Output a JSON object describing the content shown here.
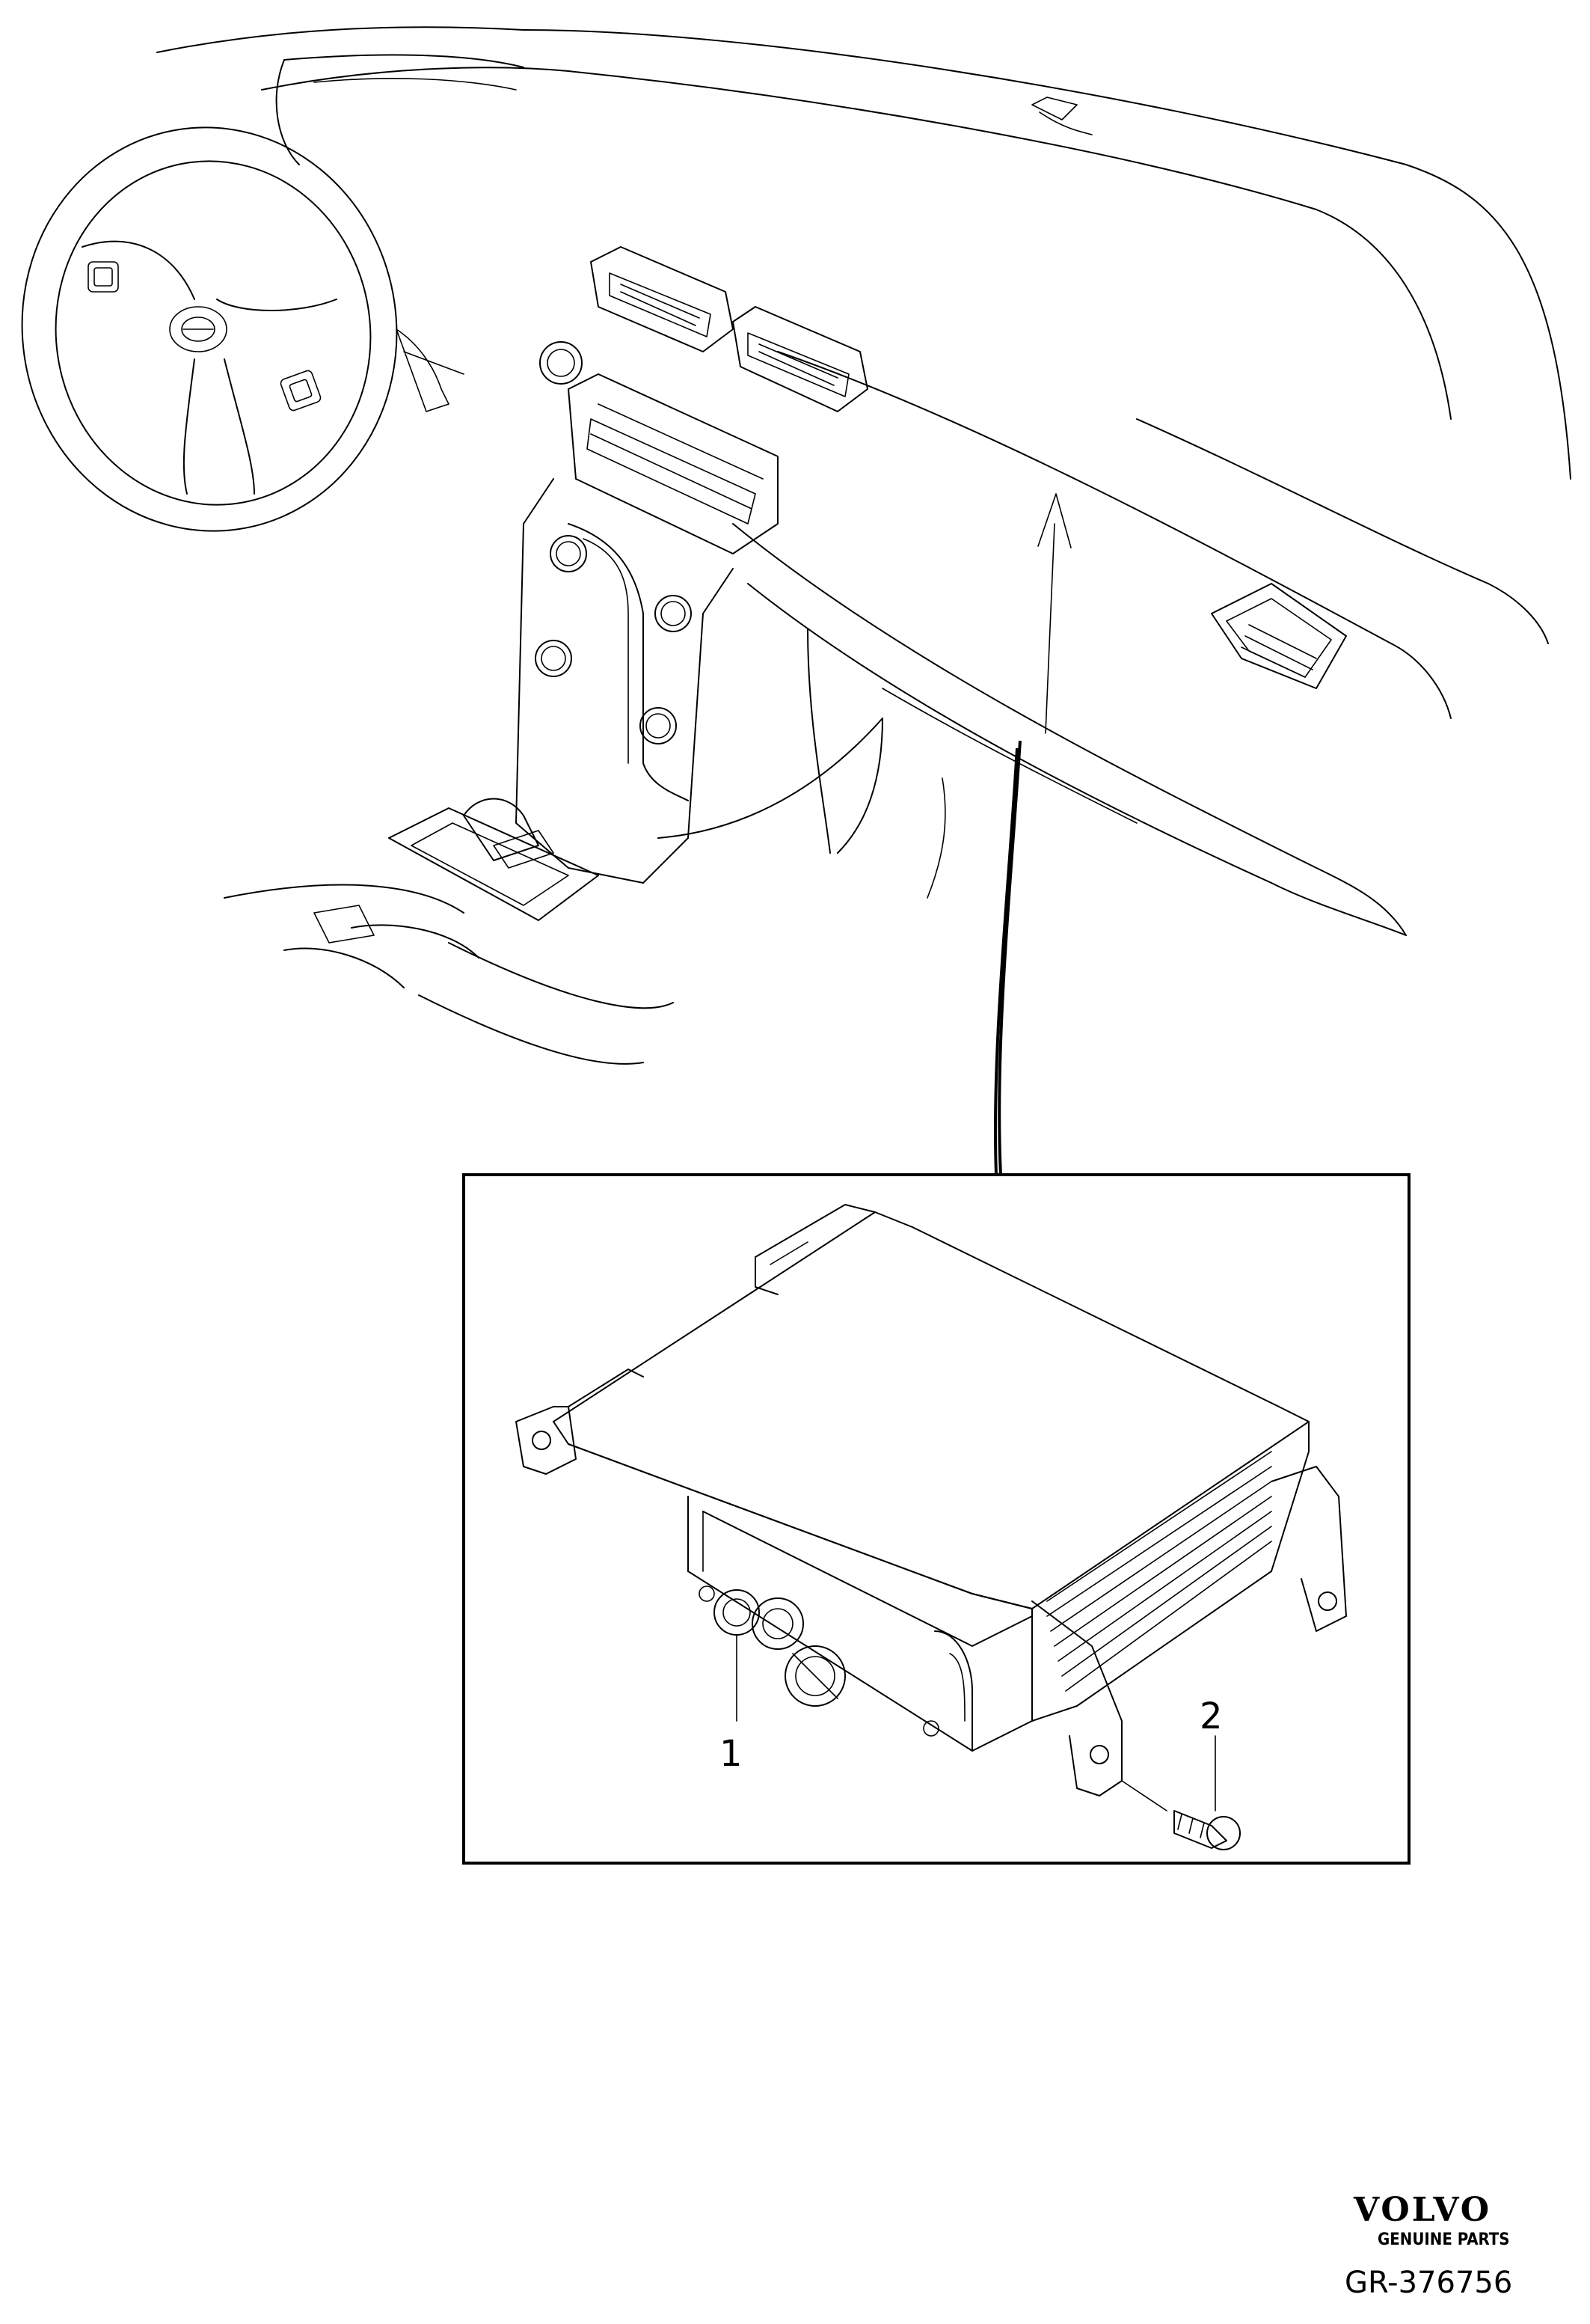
{
  "callouts": {
    "part_1": "1",
    "part_2": "2"
  },
  "brand": {
    "name": "VOLVO",
    "tagline": "GENUINE PARTS"
  },
  "reference_code": "GR-376756",
  "colors": {
    "line": "#000000",
    "background": "#ffffff"
  }
}
